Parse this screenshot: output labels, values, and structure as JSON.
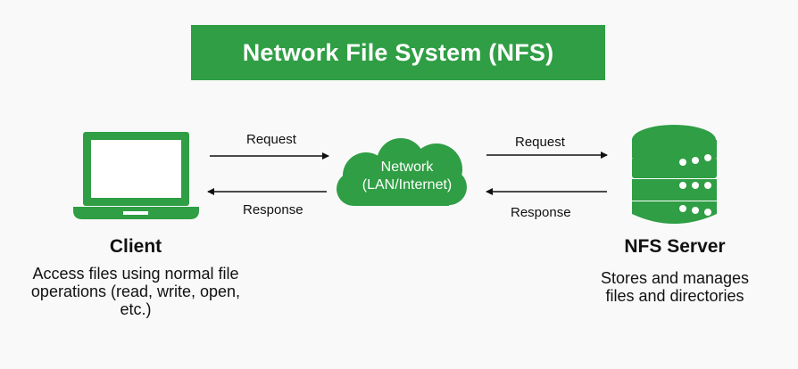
{
  "title": "Network File System (NFS)",
  "client": {
    "name": "Client",
    "description": "Access files using normal file operations (read, write, open, etc.)"
  },
  "network": {
    "line1": "Network",
    "line2": "(LAN/Internet)"
  },
  "server": {
    "name": "NFS Server",
    "description": "Stores and manages files and directories"
  },
  "arrows": {
    "client_request": "Request",
    "client_response": "Response",
    "server_request": "Request",
    "server_response": "Response"
  },
  "colors": {
    "accent": "#2f9e44",
    "text": "#111111",
    "background": "#f9f9f9"
  }
}
